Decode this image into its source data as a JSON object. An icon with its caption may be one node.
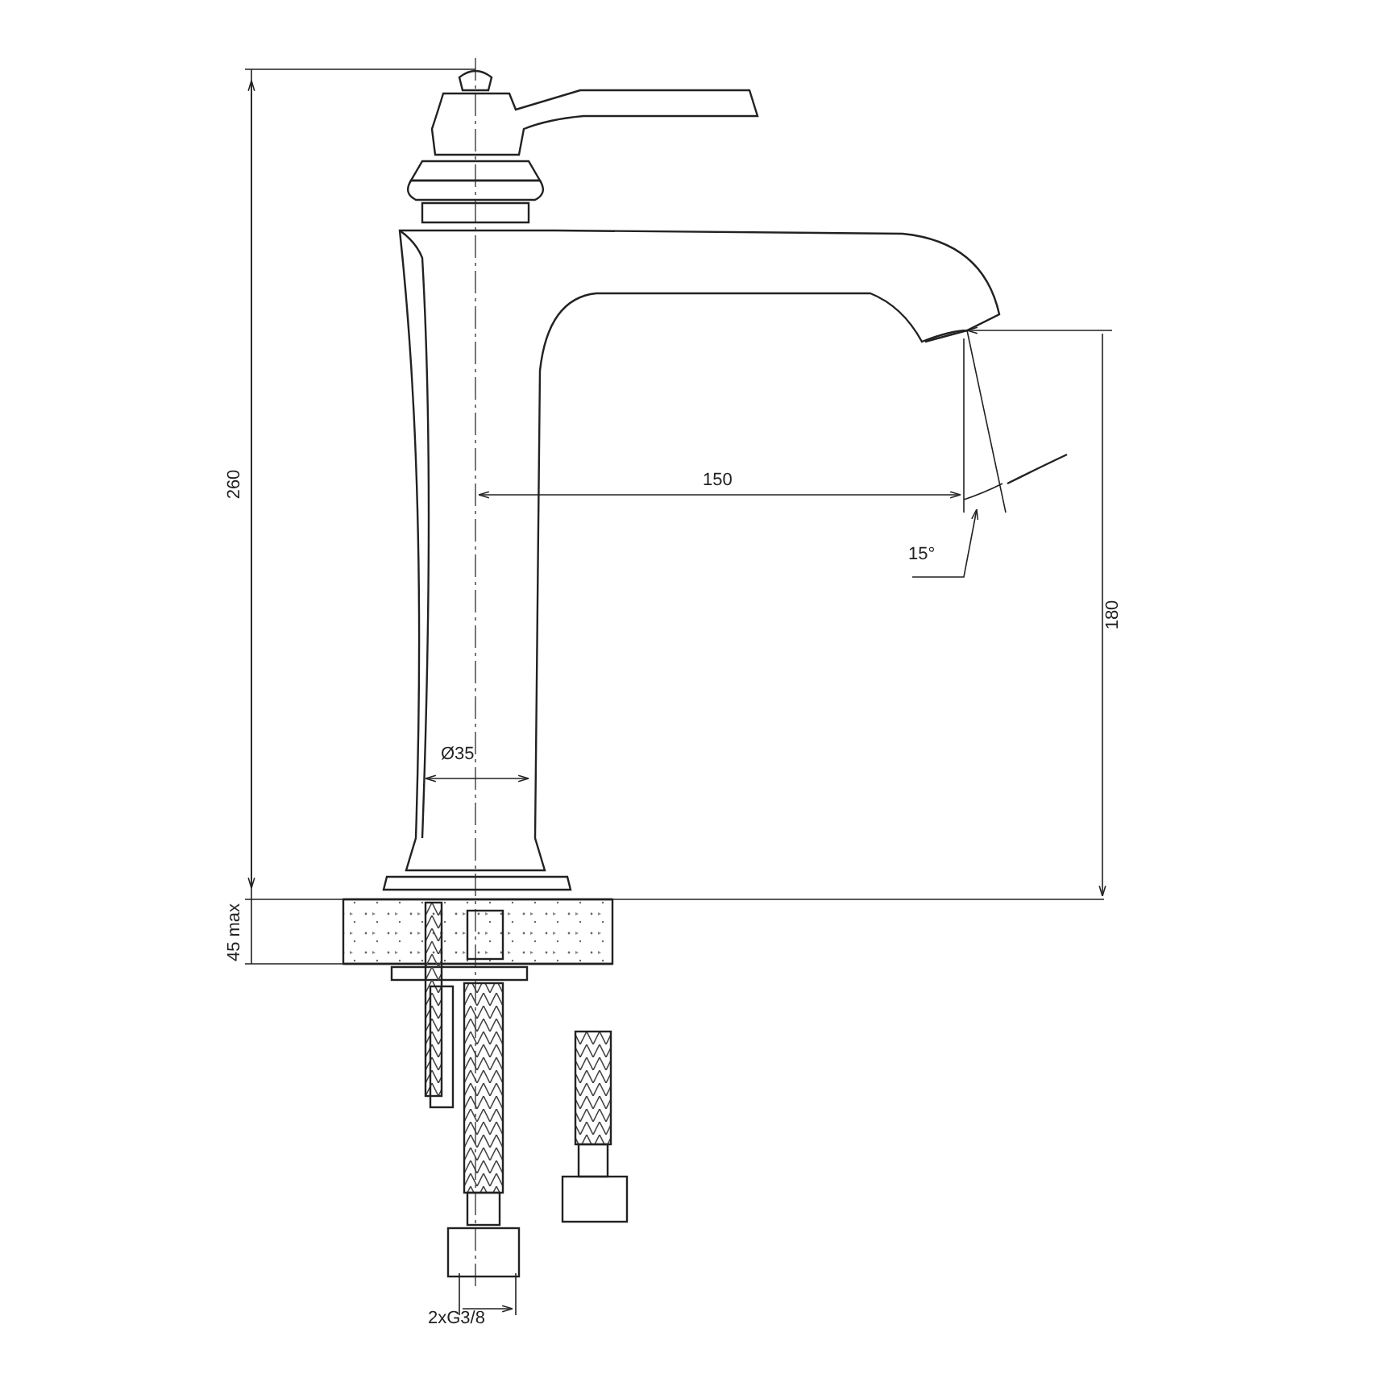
{
  "diagram": {
    "labels": [
      "260",
      "150",
      "15°",
      "180",
      "Ø35",
      "45 max",
      "2xG3/8"
    ]
  }
}
